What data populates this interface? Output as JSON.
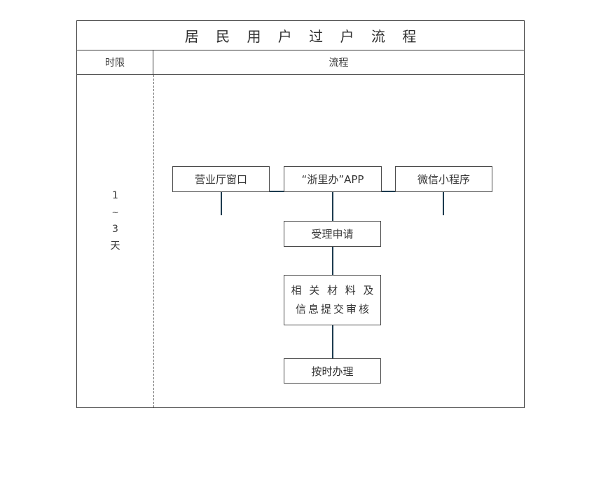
{
  "document": {
    "title": "居 民 用 户 过 户 流 程",
    "title_plain": "居民用户过户流程"
  },
  "table": {
    "headers": {
      "time_limit": "时限",
      "flow": "流程"
    }
  },
  "time_column": {
    "line1": "1",
    "line2": "~",
    "line3": "3",
    "line4": "天"
  },
  "flow": {
    "sources": [
      {
        "id": "window",
        "label": "营业厅窗口"
      },
      {
        "id": "zlb-app",
        "label": "“浙里办”APP"
      },
      {
        "id": "wechat-mini",
        "label": "微信小程序"
      }
    ],
    "steps": [
      {
        "id": "accept",
        "label": "受理申请"
      },
      {
        "id": "materials",
        "line1": "相 关 材 料 及",
        "line2": "信息提交审核"
      },
      {
        "id": "process",
        "label": "按时办理"
      }
    ]
  },
  "colors": {
    "frame_border": "#3c3c3c",
    "node_border": "#4a4a4a",
    "connector": "#1d3b4f",
    "text": "#333333",
    "dashed_divider": "#6e6e6e",
    "background": "#ffffff"
  },
  "chart_data": {
    "type": "diagram",
    "title": "居民用户过户流程",
    "columns": [
      "时限",
      "流程"
    ],
    "time_limit": "1~3天",
    "nodes": [
      {
        "id": "window",
        "label": "营业厅窗口",
        "level": 1
      },
      {
        "id": "zlb-app",
        "label": "“浙里办”APP",
        "level": 1
      },
      {
        "id": "wechat-mini",
        "label": "微信小程序",
        "level": 1
      },
      {
        "id": "accept",
        "label": "受理申请",
        "level": 2
      },
      {
        "id": "materials",
        "label": "相关材料及信息提交审核",
        "level": 3
      },
      {
        "id": "process",
        "label": "按时办理",
        "level": 4
      }
    ],
    "edges": [
      {
        "from": "window",
        "to": "accept"
      },
      {
        "from": "zlb-app",
        "to": "accept"
      },
      {
        "from": "wechat-mini",
        "to": "accept"
      },
      {
        "from": "accept",
        "to": "materials"
      },
      {
        "from": "materials",
        "to": "process"
      }
    ]
  }
}
